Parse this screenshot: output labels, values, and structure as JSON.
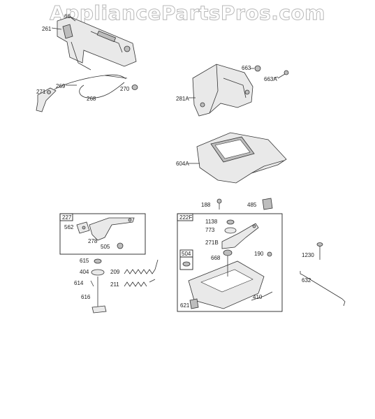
{
  "watermark": "AppliancePartsPros.com",
  "labels": {
    "p66": "66",
    "p261": "261",
    "p269": "269",
    "p271": "271",
    "p268": "268",
    "p270": "270",
    "p663": "663",
    "p663a": "663A",
    "p281a": "281A",
    "p604a": "604A",
    "p188": "188",
    "p485": "485",
    "box227": "227",
    "p562": "562",
    "p278": "278",
    "p505": "505",
    "box222f": "222F",
    "p1138": "1138",
    "p773": "773",
    "p271b": "271B",
    "p668": "668",
    "p190": "190",
    "box504": "504",
    "p621": "621",
    "p410": "410",
    "p615": "615",
    "p404": "404",
    "p614": "614",
    "p616": "616",
    "p209": "209",
    "p211": "211",
    "p1230": "1230",
    "p632": "632"
  }
}
